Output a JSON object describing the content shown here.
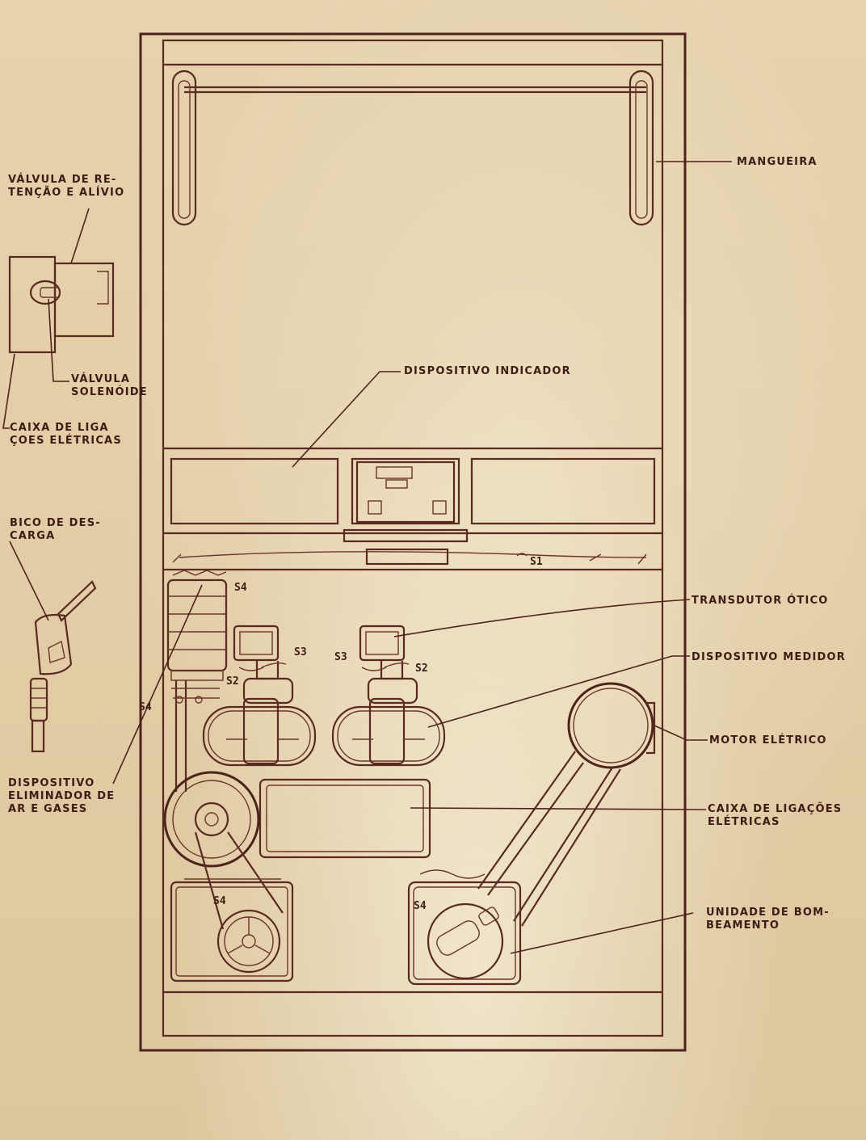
{
  "labels": {
    "mangueira": "MANGUEIRA",
    "valvula_retencao": "VÁLVULA DE RE-\nTENÇÃO E ALÍVIO",
    "valvula_solenoide": "VÁLVULA\nSOLENÓIDE",
    "caixa_ligacoes_left": "CAIXA DE LIGA\nÇOES ELÉTRICAS",
    "bico_descarga": "BICO DE DES-\nCARGA",
    "dispositivo_indicador": "DISPOSITIVO  INDICADOR",
    "transdutor_otico": "TRANSDUTOR  ÓTICO",
    "dispositivo_medidor": "DISPOSITIVO MEDIDOR",
    "motor_eletrico": "MOTOR ELÉTRICO",
    "dispositivo_eliminador": "DISPOSITIVO\nELIMINADOR DE\nAR E GASES",
    "caixa_ligacoes_right": "CAIXA DE LIGAÇÕES\nELÉTRICAS",
    "unidade_bombeamento": "UNIDADE DE BOM-\nBEAMENTO"
  },
  "tags": {
    "s1": "S1",
    "s2_left": "S2",
    "s2_right": "S2",
    "s3_left": "S3",
    "s3_right": "S3",
    "s4_top": "S4",
    "s4_mid": "S4",
    "s4_bottom_left": "S4",
    "s4_bottom_right": "S4"
  },
  "colors": {
    "ink": "#5a2a22",
    "paper": "#e6d2ad"
  }
}
